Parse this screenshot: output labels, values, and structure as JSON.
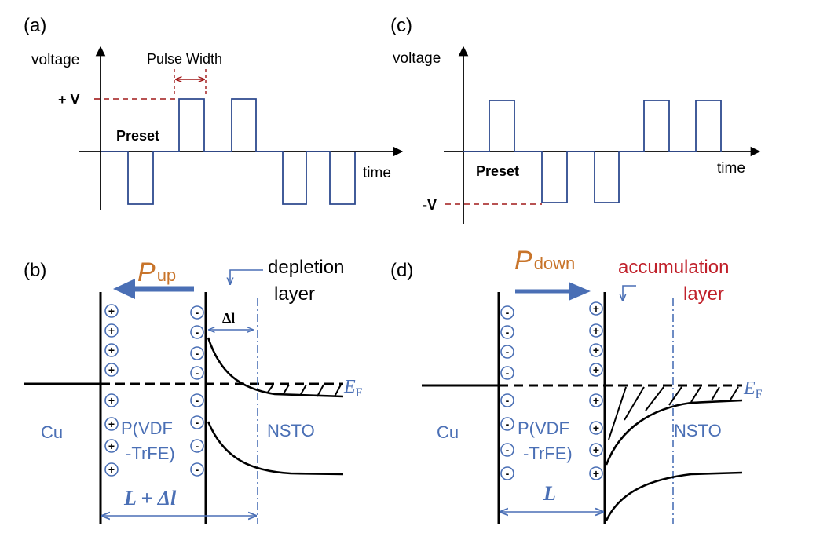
{
  "panel_a": {
    "label": "(a)",
    "y_axis_label": "voltage",
    "x_axis_label": "time",
    "pulse_width_label": "Pulse Width",
    "plus_v_label": "+ V",
    "preset_label": "Preset"
  },
  "panel_c": {
    "label": "(c)",
    "y_axis_label": "voltage",
    "x_axis_label": "time",
    "minus_v_label": "-V",
    "preset_label": "Preset"
  },
  "panel_b": {
    "label": "(b)",
    "polarization_symbol": "P",
    "polarization_sub": "up",
    "depletion_label_1": "depletion",
    "depletion_label_2": "layer",
    "delta_l_label": "Δl",
    "fermi_symbol": "E",
    "fermi_sub": "F",
    "cu_label": "Cu",
    "pvdf_label_1": "P(VDF",
    "pvdf_label_2": "-TrFE)",
    "nsto_label": "NSTO",
    "width_label": "L + Δl"
  },
  "panel_d": {
    "label": "(d)",
    "polarization_symbol": "P",
    "polarization_sub": "down",
    "accumulation_label_1": "accumulation",
    "accumulation_label_2": "layer",
    "fermi_symbol": "E",
    "fermi_sub": "F",
    "cu_label": "Cu",
    "pvdf_label_1": "P(VDF",
    "pvdf_label_2": "-TrFE)",
    "nsto_label": "NSTO",
    "width_label": "L"
  },
  "charges": {
    "plus": "+",
    "minus": "-"
  },
  "colors": {
    "pulse_blue": "#2e4a8f",
    "label_blue": "#4a6fb5",
    "orange": "#c8742a",
    "red": "#c0202a",
    "dark_red": "#a01818",
    "black": "#000000"
  }
}
